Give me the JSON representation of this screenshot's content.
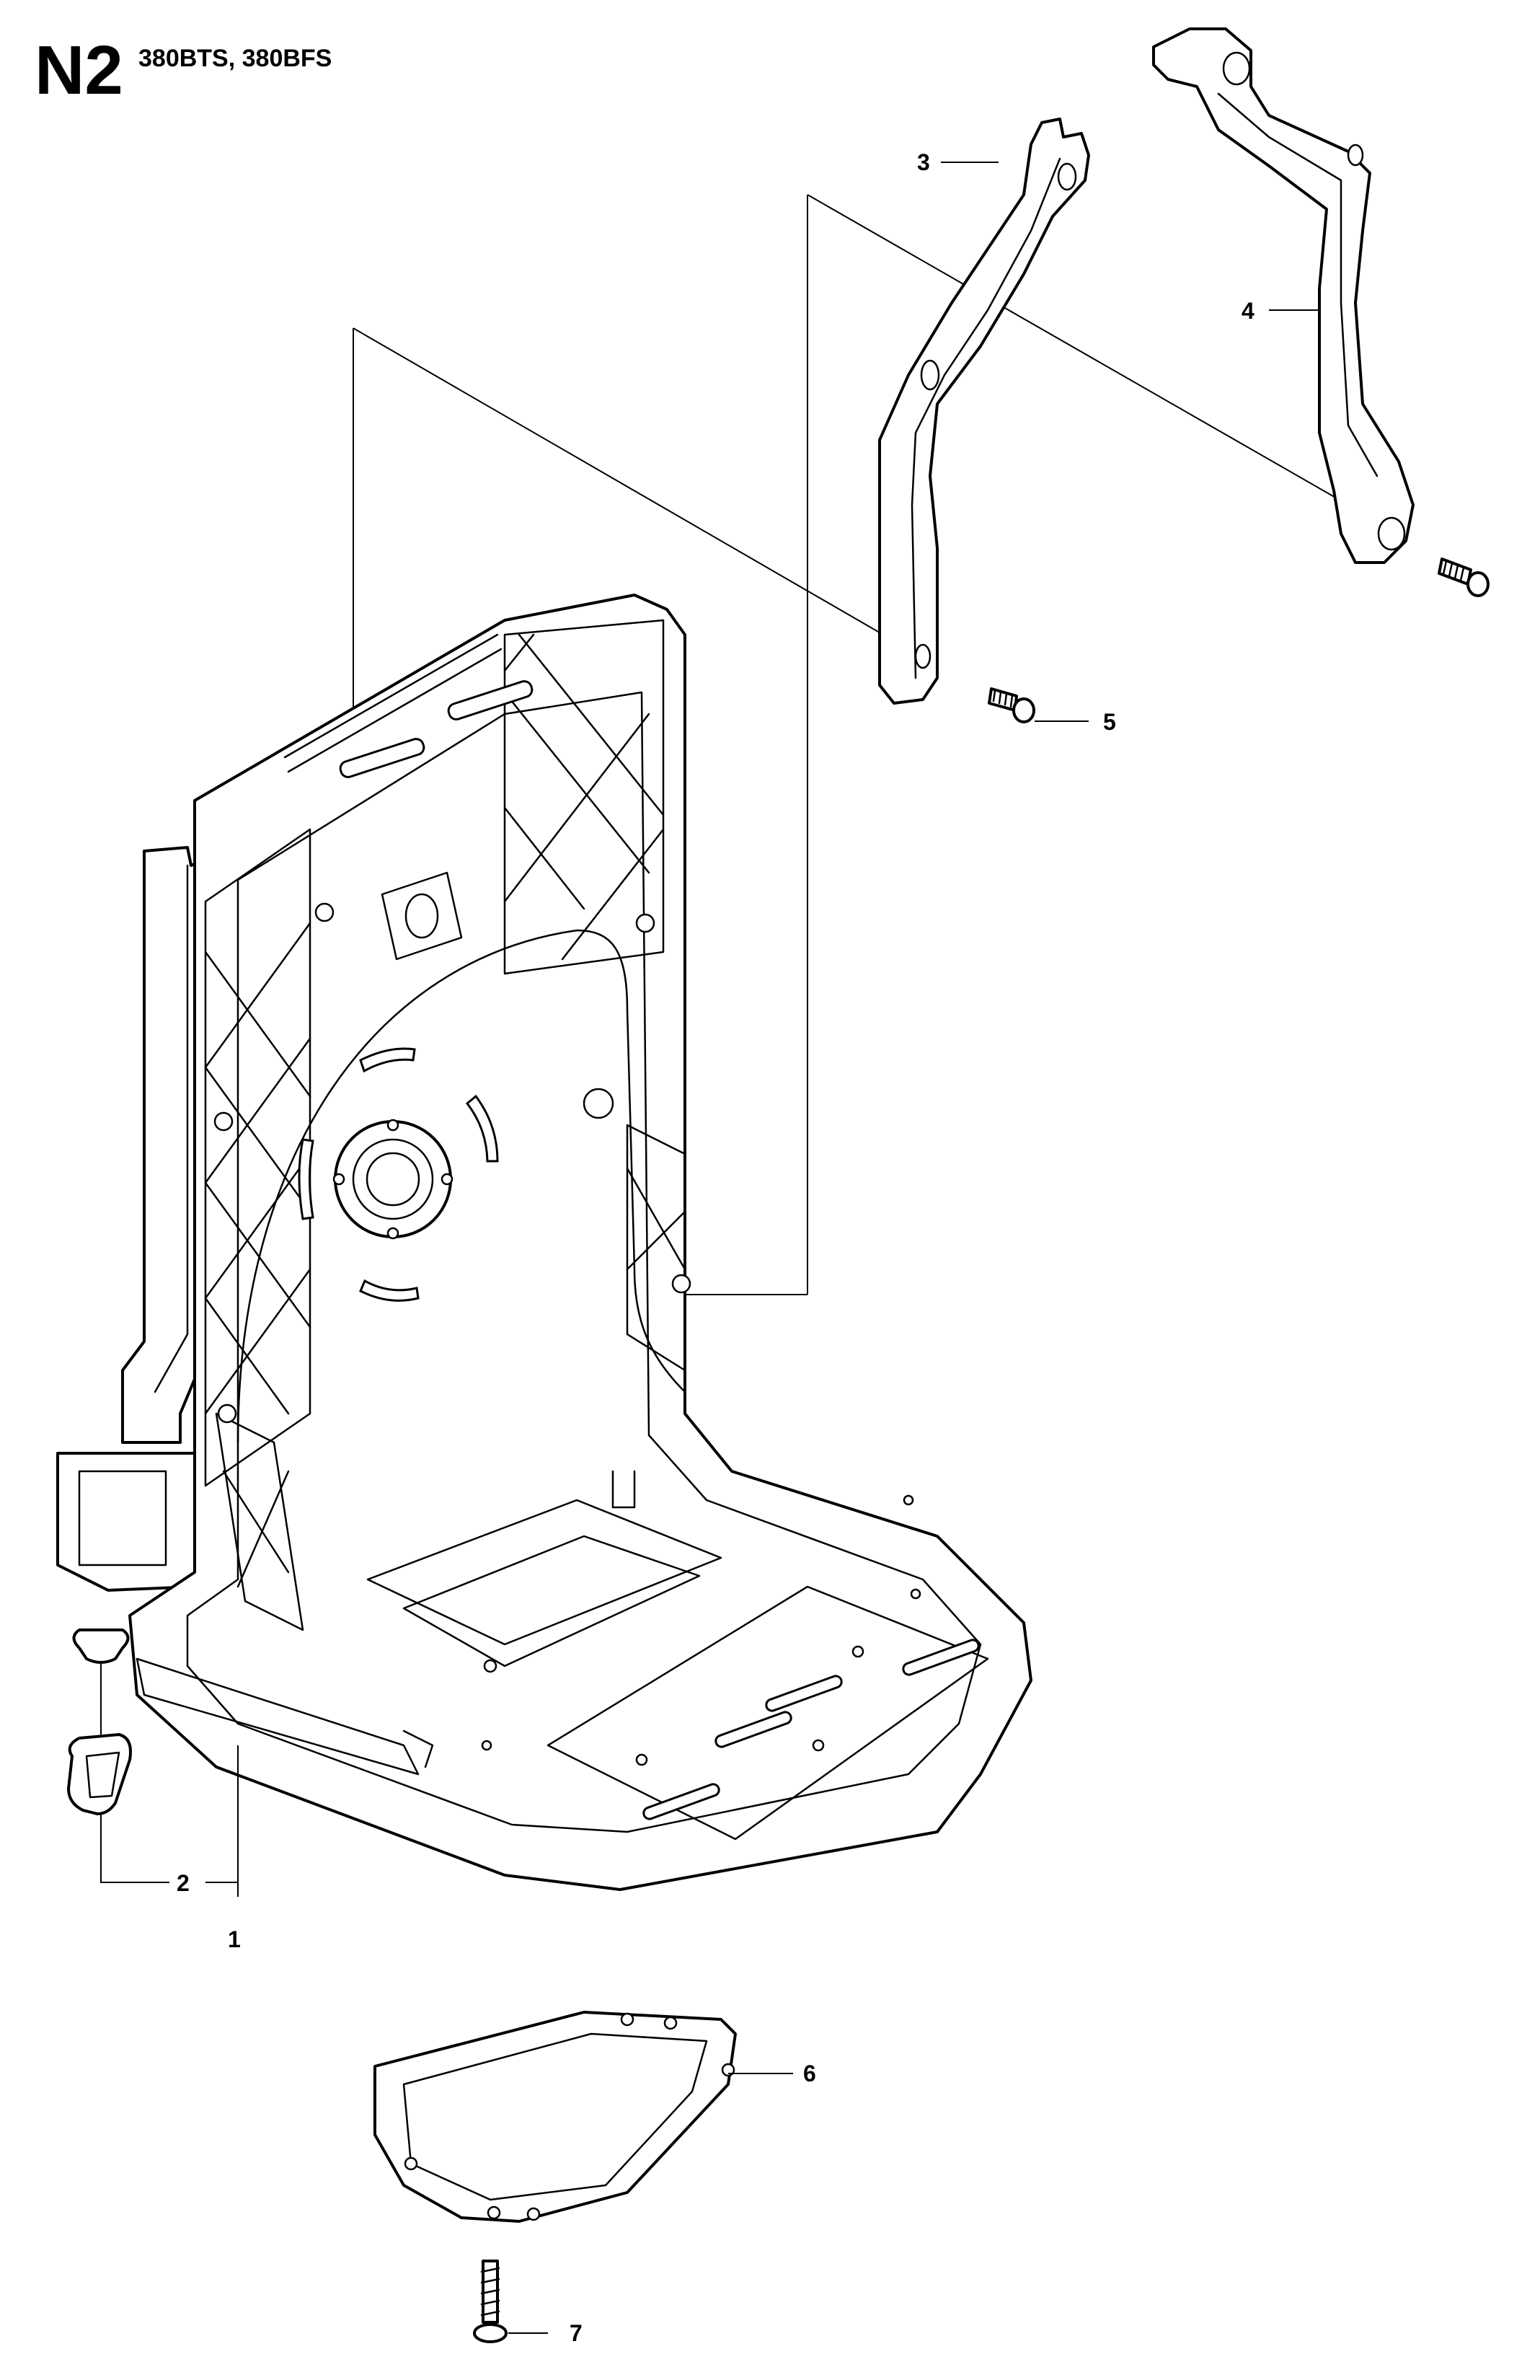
{
  "header": {
    "code": "N2",
    "models": "380BTS, 380BFS"
  },
  "callouts": [
    {
      "id": "1",
      "label": "1"
    },
    {
      "id": "2",
      "label": "2"
    },
    {
      "id": "3",
      "label": "3"
    },
    {
      "id": "4",
      "label": "4"
    },
    {
      "id": "5",
      "label": "5"
    },
    {
      "id": "6",
      "label": "6"
    },
    {
      "id": "7",
      "label": "7"
    }
  ]
}
